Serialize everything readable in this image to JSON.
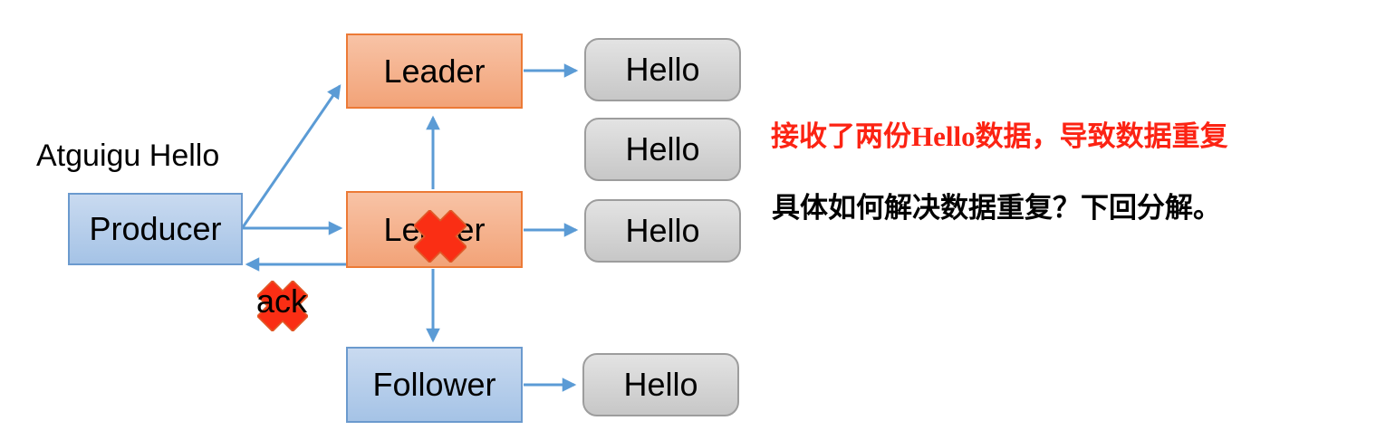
{
  "diagram": {
    "nodes": {
      "producer": {
        "label": "Producer"
      },
      "leader_top": {
        "label": "Leader"
      },
      "leader_mid": {
        "label": "Leader"
      },
      "follower": {
        "label": "Follower"
      },
      "hello_1": {
        "label": "Hello"
      },
      "hello_2": {
        "label": "Hello"
      },
      "hello_3": {
        "label": "Hello"
      },
      "hello_4": {
        "label": "Hello"
      }
    },
    "labels": {
      "producer_message": "Atguigu Hello",
      "ack": "ack"
    },
    "icons": {
      "leader_cross": "cross-mark-icon",
      "ack_cross": "cross-mark-icon"
    },
    "colors": {
      "arrow_blue": "#5b9bd5",
      "blue_box_border": "#6b9ace",
      "blue_box_fill_top": "#c9daf0",
      "blue_box_fill_bottom": "#a5c3e6",
      "orange_box_border": "#ec7a36",
      "orange_box_fill_top": "#f8c3a6",
      "orange_box_fill_bottom": "#f2a378",
      "gray_box_border": "#9d9d9d",
      "gray_box_fill_top": "#e3e3e3",
      "gray_box_fill_bottom": "#c7c7c7",
      "cross_red": "#fa2e14",
      "note_red": "#fc2313"
    }
  },
  "annotations": {
    "duplicate_note": "接收了两份Hello数据，导致数据重复",
    "followup_note": "具体如何解决数据重复？下回分解。"
  }
}
